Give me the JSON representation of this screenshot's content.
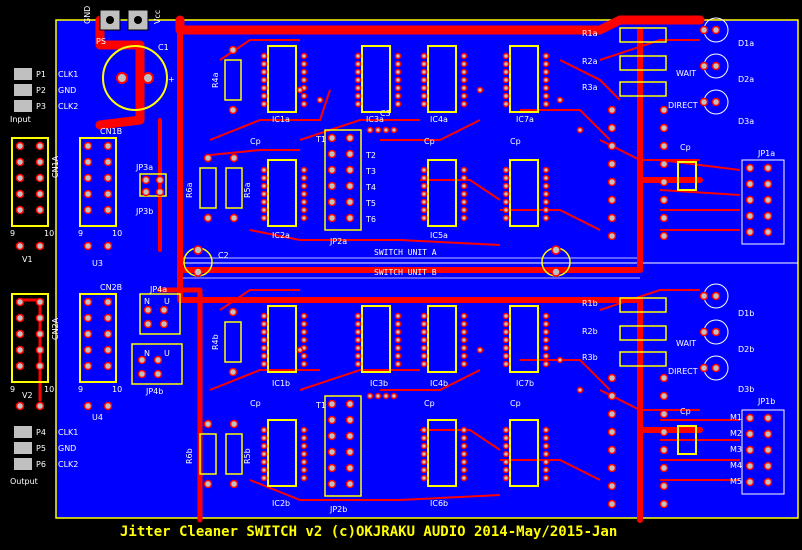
{
  "board": {
    "footer_title": "Jitter Cleaner SWITCH v2 (c)OKJRAKU AUDIO 2014-May/2015-Jan",
    "section_a": "SWITCH UNIT A",
    "section_b": "SWITCH UNIT B"
  },
  "top_power": {
    "gnd": "GND",
    "vcc": "Vcc",
    "ps": "PS",
    "c1": "C1",
    "c1_plus": "+"
  },
  "input_block": {
    "p1": "P1",
    "clk1": "CLK1",
    "p2": "P2",
    "gnd": "GND",
    "p3": "P3",
    "clk2": "CLK2",
    "label": "Input"
  },
  "output_block": {
    "p4": "P4",
    "clk1": "CLK1",
    "p5": "P5",
    "gnd": "GND",
    "p6": "P6",
    "clk2": "CLK2",
    "label": "Output"
  },
  "connectors": {
    "cn1a": "CN1A",
    "cn1b": "CN1B",
    "cn2a": "CN2A",
    "cn2b": "CN2B",
    "v1": "V1",
    "v2": "V2",
    "u3": "U3",
    "u4": "U4",
    "pin9": "9",
    "pin10": "10",
    "jp3a": "JP3a",
    "jp3b": "JP3b",
    "jp4a": "JP4a",
    "jp4b": "JP4b",
    "n": "N",
    "u": "U"
  },
  "unit_a": {
    "r4a": "R4a",
    "r5a": "R5a",
    "r6a": "R6a",
    "ic1a": "IC1a",
    "ic2a": "IC2a",
    "ic3a": "IC3a",
    "ic4a": "IC4a",
    "ic5a": "IC5a",
    "ic7a": "IC7a",
    "jp2a": "JP2a",
    "t1": "T1",
    "t2": "T2",
    "t3": "T3",
    "t4": "T4",
    "t5": "T5",
    "t6": "T6",
    "c2": "C2",
    "c3": "C3",
    "cp": "Cp",
    "r1a": "R1a",
    "r2a": "R2a",
    "r3a": "R3a",
    "d1a": "D1a",
    "d2a": "D2a",
    "d3a": "D3a",
    "direct": "DIRECT",
    "wait": "WAIT",
    "jp1a": "JP1a"
  },
  "unit_b": {
    "r4b": "R4b",
    "r5b": "R5b",
    "r6b": "R6b",
    "ic1b": "IC1b",
    "ic2b": "IC2b",
    "ic3b": "IC3b",
    "ic4b": "IC4b",
    "ic6b": "IC6b",
    "ic7b": "IC7b",
    "jp2b": "JP2b",
    "t1": "T1",
    "cp": "Cp",
    "r1b": "R1b",
    "r2b": "R2b",
    "r3b": "R3b",
    "d1b": "D1b",
    "d2b": "D2b",
    "d3b": "D3b",
    "direct": "DIRECT",
    "wait": "WAIT",
    "jp1b": "JP1b",
    "m1": "M1",
    "m2": "M2",
    "m3": "M3",
    "m4": "M4",
    "m5": "M5"
  }
}
